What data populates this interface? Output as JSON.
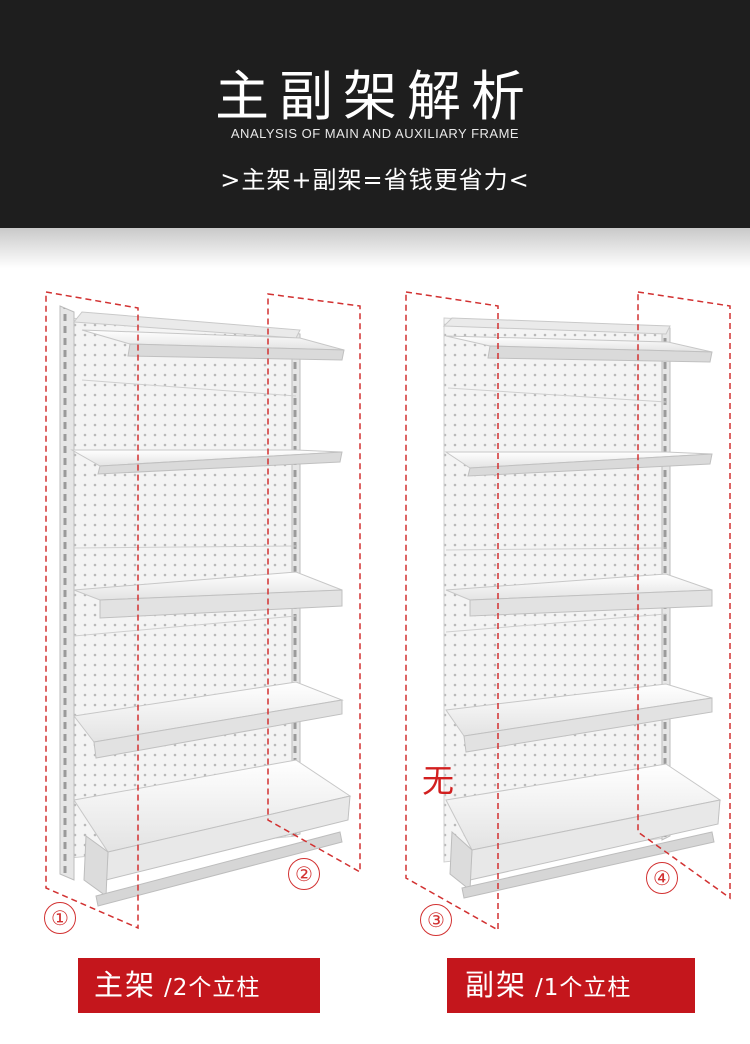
{
  "header": {
    "title": "主副架解析",
    "subtitle": "ANALYSIS OF MAIN AND AUXILIARY FRAME",
    "tagline": ">主架+副架=省钱更省力<"
  },
  "markers": [
    "①",
    "②",
    "③",
    "④"
  ],
  "missing_upright_label": "无",
  "labels": {
    "main": {
      "name": "主架",
      "detail": "/2个立柱"
    },
    "aux": {
      "name": "副架",
      "detail": "/1个立柱"
    }
  },
  "colors": {
    "header_bg": "#1e1e1e",
    "accent_red": "#c4161c",
    "outline_red": "#d23131"
  }
}
